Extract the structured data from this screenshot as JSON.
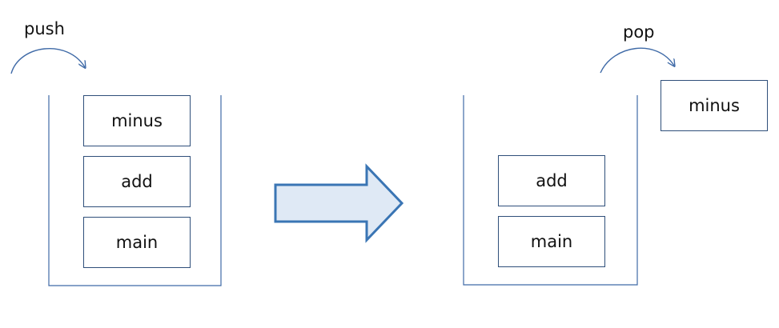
{
  "operations": {
    "push": "push",
    "pop": "pop"
  },
  "left_stack": {
    "frames": [
      "minus",
      "add",
      "main"
    ]
  },
  "right_stack": {
    "frames": [
      "add",
      "main"
    ]
  },
  "popped_frame": "minus",
  "colors": {
    "stroke": "#3f6aa7",
    "box_border": "#2f4f7a",
    "arrow_fill": "#dfe9f5",
    "arrow_stroke": "#3a75b4",
    "text": "#111111"
  }
}
